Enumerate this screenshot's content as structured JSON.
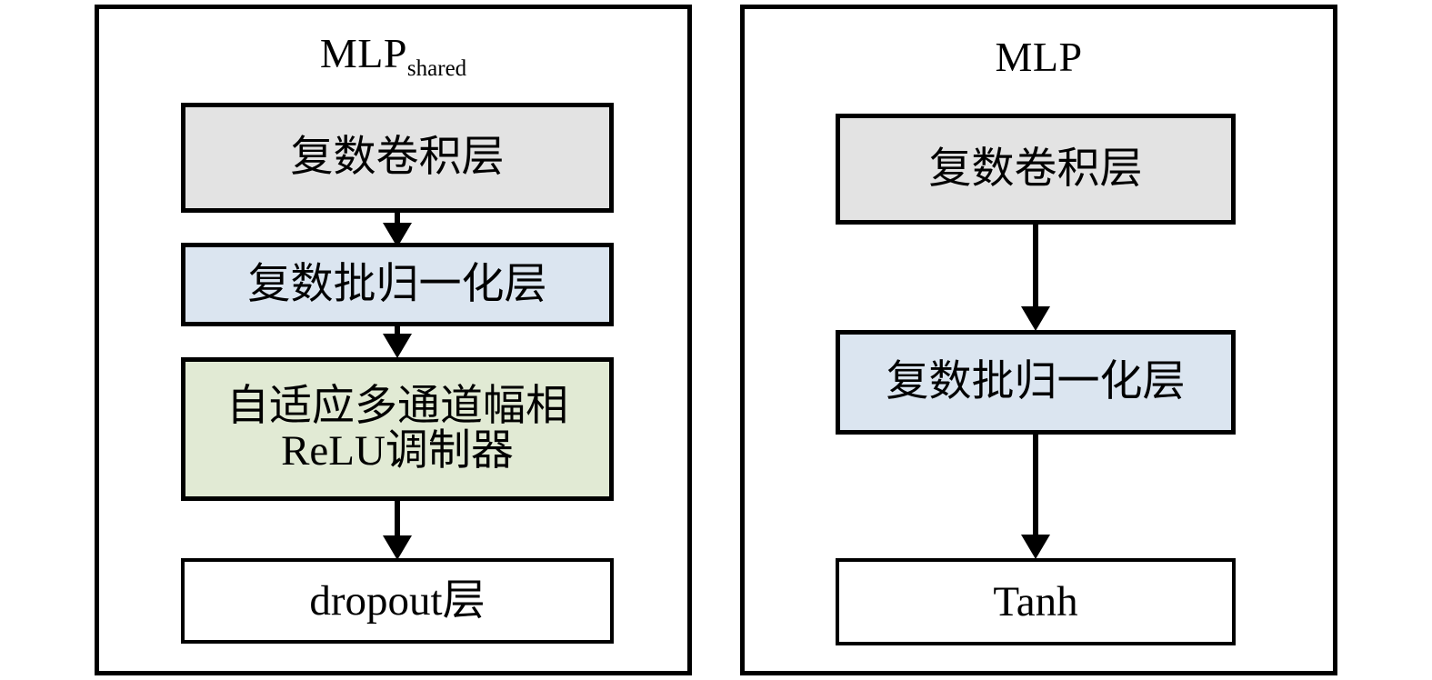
{
  "figure": {
    "panels": [
      {
        "id": "shared",
        "title_main": "MLP",
        "title_sub": "shared",
        "nodes": [
          {
            "id": "l-conv",
            "label": "复数卷积层",
            "fill": "#e3e3e3"
          },
          {
            "id": "l-bn",
            "label": "复数批归一化层",
            "fill": "#dbe5f0"
          },
          {
            "id": "l-relu",
            "label": "自适应多通道幅相\nReLU调制器",
            "fill": "#e1ead4"
          },
          {
            "id": "l-drop",
            "label": "dropout层",
            "fill": "#ffffff"
          }
        ],
        "arrows": [
          "l-conv→l-bn",
          "l-bn→l-relu",
          "l-relu→l-drop"
        ]
      },
      {
        "id": "mlp",
        "title_main": "MLP",
        "title_sub": "",
        "nodes": [
          {
            "id": "r-conv",
            "label": "复数卷积层",
            "fill": "#e3e3e3"
          },
          {
            "id": "r-bn",
            "label": "复数批归一化层",
            "fill": "#dbe5f0"
          },
          {
            "id": "r-tanh",
            "label": "Tanh",
            "fill": "#ffffff"
          }
        ],
        "arrows": [
          "r-conv→r-bn",
          "r-bn→r-tanh"
        ]
      }
    ],
    "colors": {
      "stroke": "#000000",
      "background": "#ffffff",
      "gray_fill": "#e3e3e3",
      "blue_fill": "#dbe5f0",
      "green_fill": "#e1ead4"
    }
  }
}
